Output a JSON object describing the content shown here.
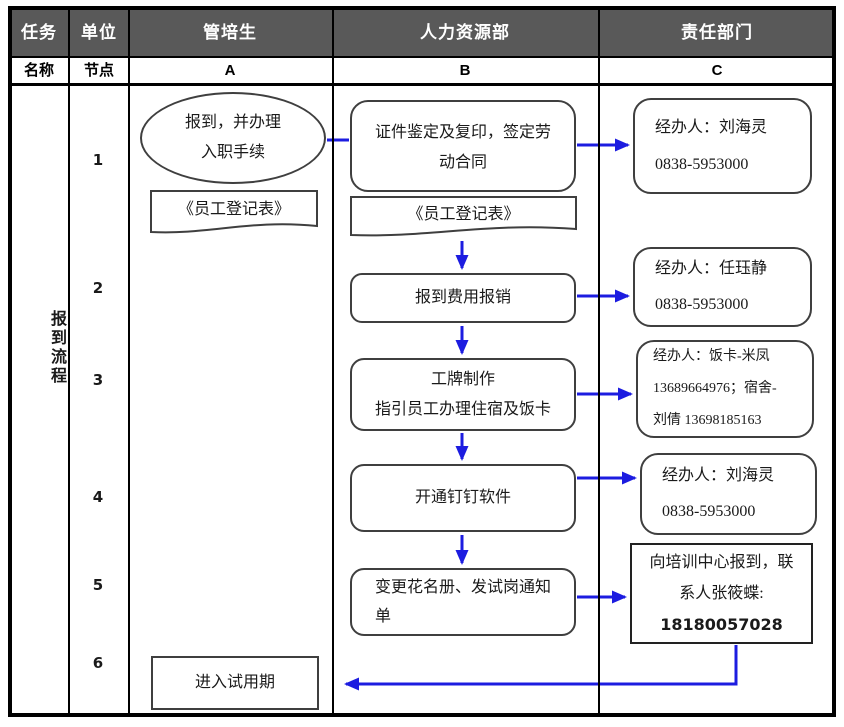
{
  "header": {
    "row1": [
      "任务",
      "单位",
      "管培生",
      "人力资源部",
      "责任部门"
    ],
    "row2": [
      "名称",
      "节点",
      "A",
      "B",
      "C"
    ]
  },
  "task": {
    "name": "报到流程"
  },
  "nodes": [
    "1",
    "2",
    "3",
    "4",
    "5",
    "6"
  ],
  "flow": {
    "a1_ellipse": "报到，并办理\n入职手续",
    "a1_doc": "《员工登记表》",
    "b1_box": "证件鉴定及复印，签定劳\n动合同",
    "b1_doc": "《员工登记表》",
    "c1_box": "经办人：刘海灵\n0838-5953000",
    "b2_box": "报到费用报销",
    "c2_box": "经办人：任珏静\n0838-5953000",
    "b3_box": "工牌制作\n指引员工办理住宿及饭卡",
    "c3_box": "经办人：饭卡-米凤\n13689664976；宿舍-\n刘倩 13698185163",
    "b4_box": "开通钉钉软件",
    "c4_box": "经办人：刘海灵\n0838-5953000",
    "b5_box": "变更花名册、发试岗通知\n单",
    "c5_text": "向培训中心报到，联\n系人张筱蝶:",
    "c5_phone": "18180057028",
    "a6_box": "进入试用期"
  },
  "colors": {
    "header_bg": "#595959",
    "arrow": "#1c1ce0",
    "shape_border": "#3f3f3f",
    "grid": "#000000"
  }
}
